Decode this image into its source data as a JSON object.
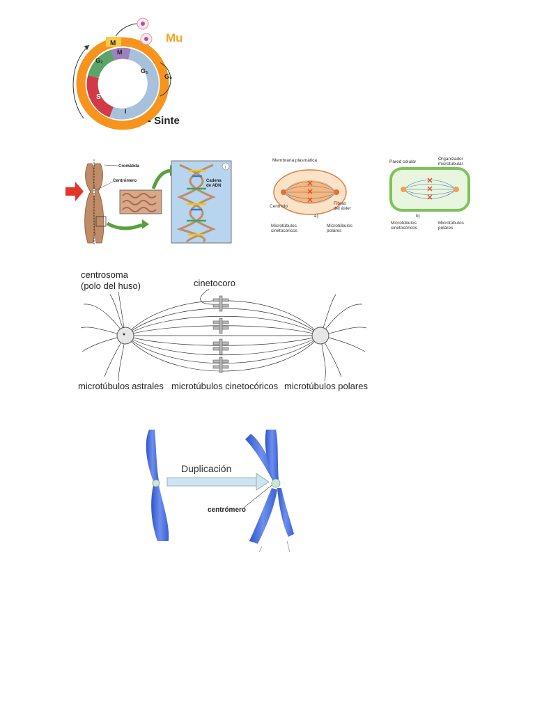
{
  "colors": {
    "cycle_outer": "#f7941d",
    "g2": "#5aa56a",
    "m": "#9e7fc0",
    "g1": "#a7c1dc",
    "s": "#d33a48",
    "chromatid": "#c08b67",
    "spindle_orange": "#f26f21",
    "plant_green": "#7dc35a",
    "chromosome_blue": "#4a6fd8"
  },
  "cell_cycle": {
    "mu_label": "Mu",
    "sinte_label": "- Sinte",
    "m_outer": "M",
    "i_outer": "I",
    "m_inner": "M",
    "g2": "G₂",
    "g1": "G₁",
    "s": "S",
    "g0": "G₀"
  },
  "chromosome_dna": {
    "cromatida": "Cromátida",
    "centromero": "Centrómero",
    "cadena_line1": "Cadena",
    "cadena_line2": "de ADN",
    "info_icon_text": "i"
  },
  "cell_division": {
    "membrana": "Membrana plasmática",
    "centriolo": "Centriolo",
    "fibras_line1": "Fibras",
    "fibras_line2": "del áster",
    "micro_cineto_a_line1": "Microtúbulos",
    "micro_cineto_a_line2": "cinetocóricos",
    "micro_polares_a_line1": "Microtúbulos",
    "micro_polares_a_line2": "polares",
    "label_a": "a)",
    "pared": "Pared celular",
    "organizador_line1": "Organizador",
    "organizador_line2": "microtubular",
    "label_b": "b)",
    "micro_cineto_b_line1": "Microtúbulos",
    "micro_cineto_b_line2": "cinetocóricos",
    "micro_polares_b_line1": "Microtúbulos",
    "micro_polares_b_line2": "polares"
  },
  "spindle": {
    "centrosoma_line1": "centrosoma",
    "centrosoma_line2": "(polo del huso)",
    "cinetocoro": "cinetocoro",
    "astrales": "microtúbulos astrales",
    "cinetocoricos": "microtúbulos cinetocóricos",
    "polares": "microtúbulos polares"
  },
  "duplication": {
    "duplicacion": "Duplicación",
    "centromero": "centrómero"
  }
}
